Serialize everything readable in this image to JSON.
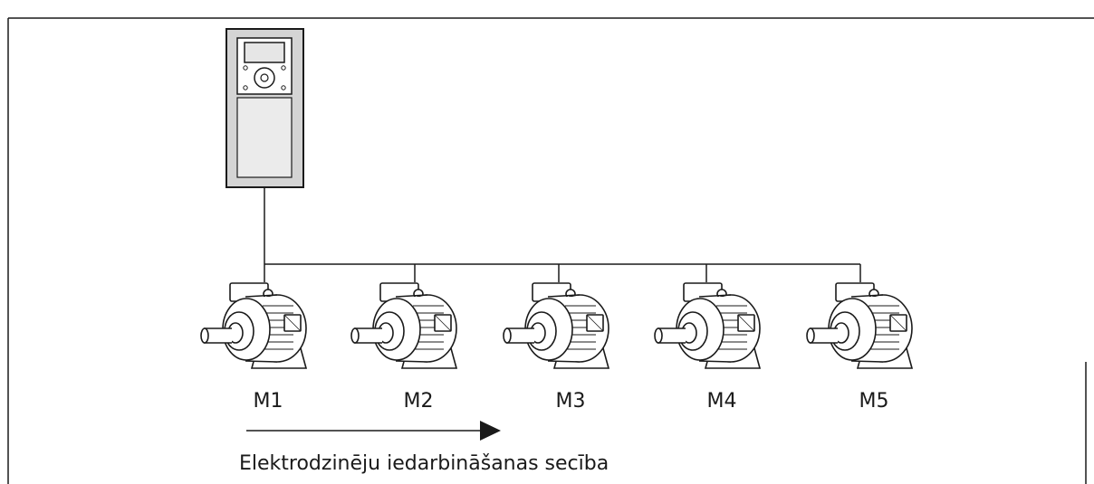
{
  "motors": [
    {
      "label": "M1"
    },
    {
      "label": "M2"
    },
    {
      "label": "M3"
    },
    {
      "label": "M4"
    },
    {
      "label": "M5"
    }
  ],
  "caption": "Elektrodzinēju iedarbināšanas secība",
  "colors": {
    "line": "#1a1a1a",
    "drive_body": "#bdbdbd",
    "drive_panel": "#e6e6e6",
    "motor_fill": "#ffffff"
  }
}
